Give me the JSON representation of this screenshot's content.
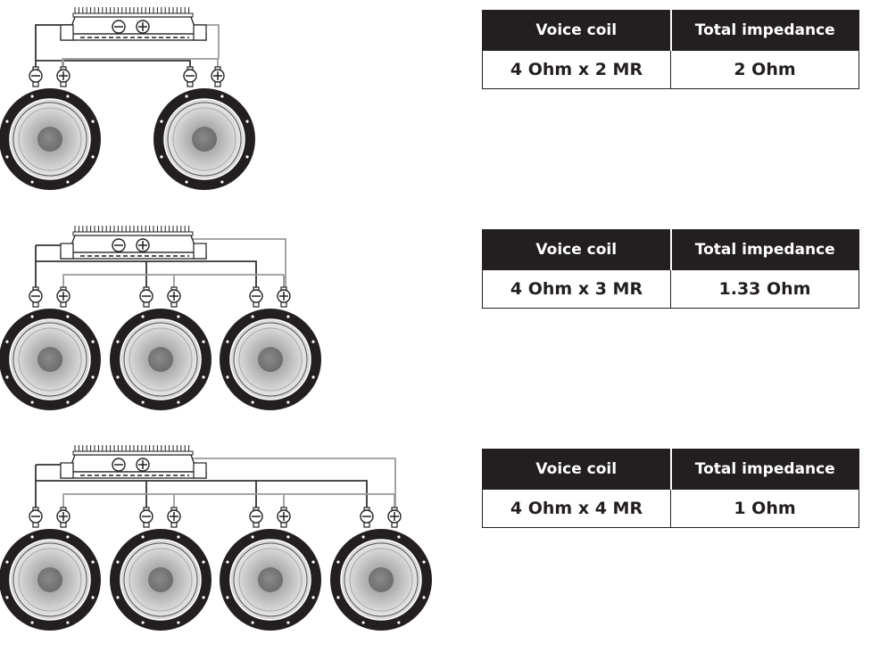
{
  "table_headers": {
    "voice_coil": "Voice coil",
    "total_impedance": "Total impedance"
  },
  "configurations": [
    {
      "voice_coil": "4 Ohm x 2 MR",
      "total_impedance": "2 Ohm",
      "speakers": 2
    },
    {
      "voice_coil": "4 Ohm x 3 MR",
      "total_impedance": "1.33 Ohm",
      "speakers": 3
    },
    {
      "voice_coil": "4 Ohm x 4 MR",
      "total_impedance": "1 Ohm",
      "speakers": 4
    }
  ],
  "symbols": {
    "negative": "minus-terminal-icon",
    "positive": "plus-terminal-icon"
  },
  "colors": {
    "dark": "#231f20",
    "neg_wire": "#333333",
    "pos_wire": "#9a9a9a"
  }
}
